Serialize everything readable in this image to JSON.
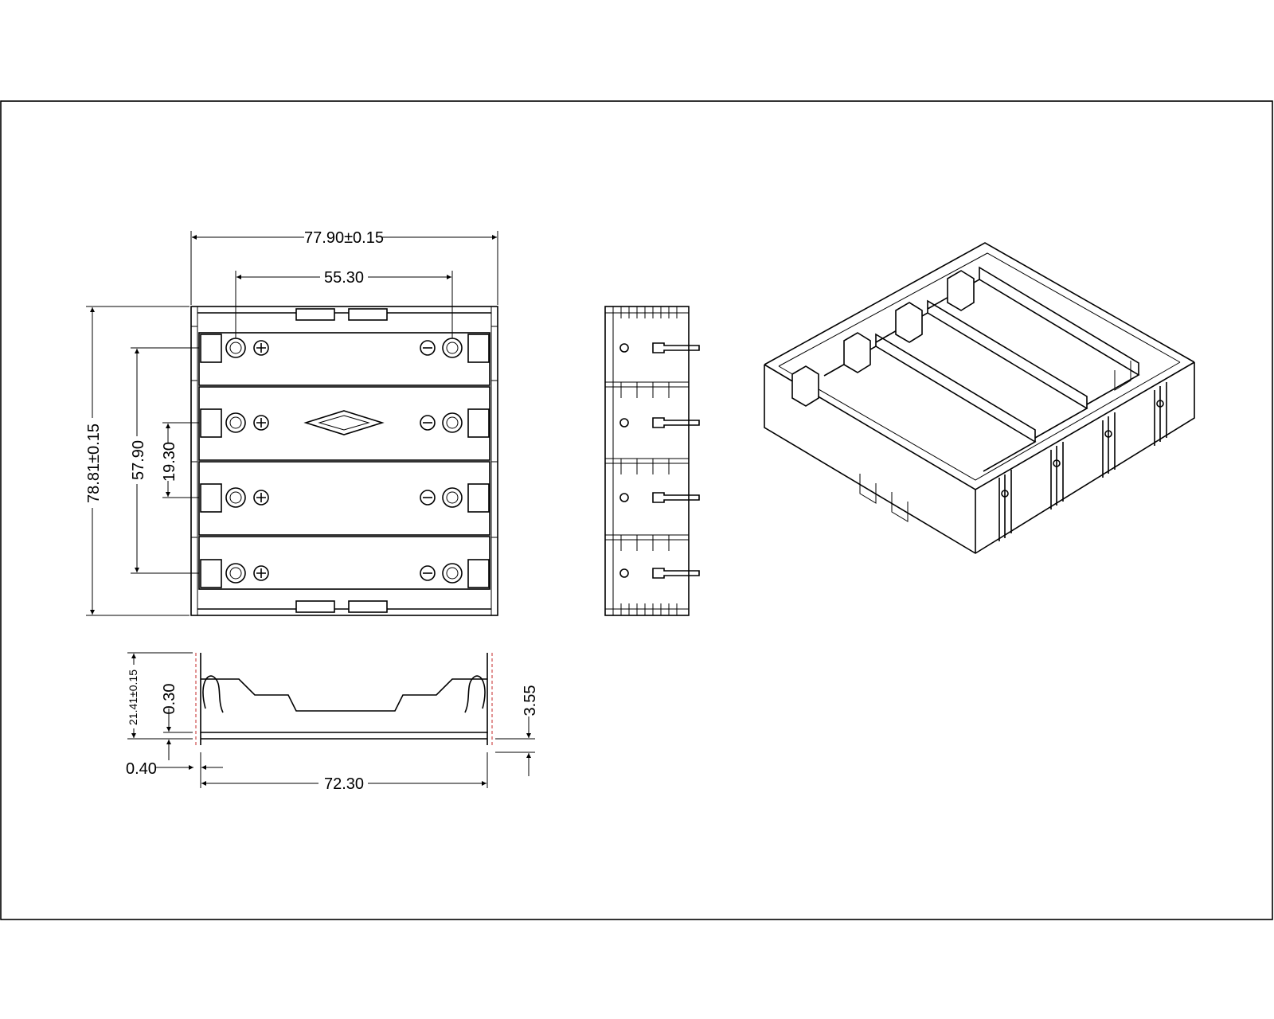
{
  "dimensions": {
    "overall_width": "77.90±0.15",
    "contact_pitch": "55.30",
    "overall_length": "78.81±0.15",
    "outer_pin_span": "57.90",
    "cell_pitch": "19.30",
    "height": "21.41±0.15",
    "tab_thickness": "0.30",
    "pin_length": "3.55",
    "pin_thickness": "0.40",
    "pin_span": "72.30"
  },
  "colors": {
    "line": "#000000",
    "accent_dashed": "#c62828",
    "background": "#ffffff"
  }
}
